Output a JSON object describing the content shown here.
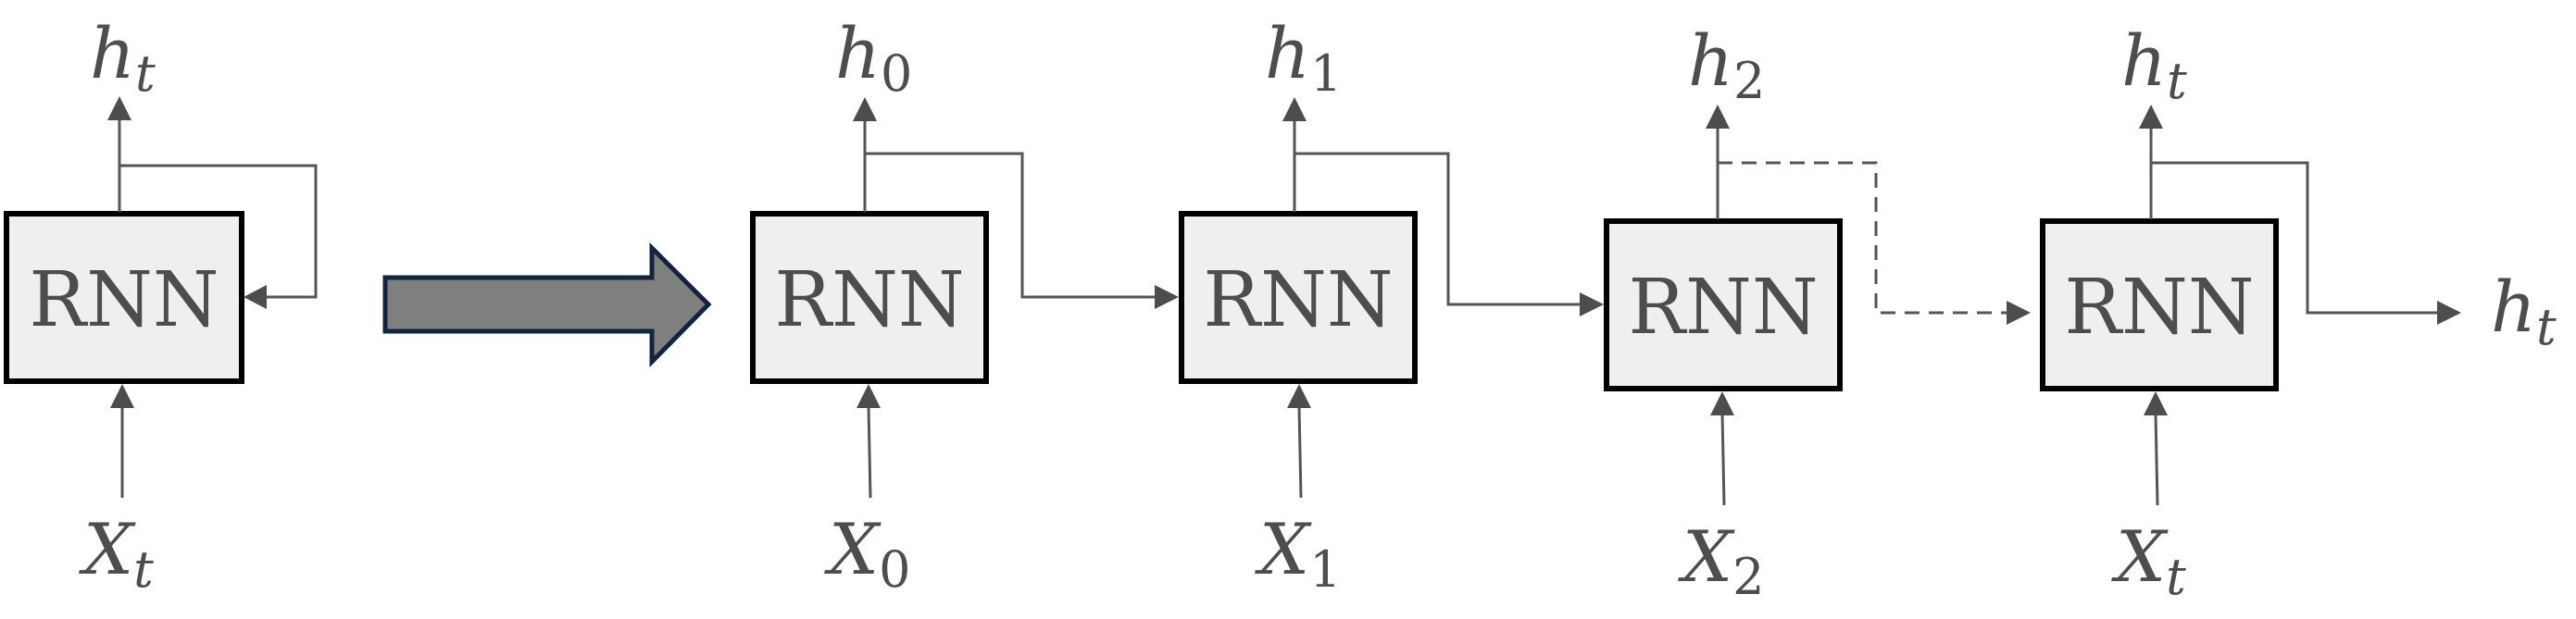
{
  "title": "RNN unrolled through time",
  "colors": {
    "box_fill": "#efefef",
    "box_border": "#000000",
    "text": "#4d4d4d",
    "wire": "#555555",
    "transform_arrow_fill": "#7f7f7f",
    "transform_arrow_border": "#13243d"
  },
  "folded": {
    "box_label": "RNN",
    "output": {
      "main": "h",
      "sub": "t",
      "sub_italic": true
    },
    "input": {
      "main": "X",
      "sub": "t",
      "sub_italic": true
    },
    "feedback": "self-loop"
  },
  "transform_arrow": {
    "meaning": "unroll"
  },
  "unrolled": [
    {
      "box_label": "RNN",
      "output": {
        "main": "h",
        "sub": "0",
        "sub_italic": false
      },
      "input": {
        "main": "X",
        "sub": "0",
        "sub_italic": false
      },
      "next_connection": "solid"
    },
    {
      "box_label": "RNN",
      "output": {
        "main": "h",
        "sub": "1",
        "sub_italic": false
      },
      "input": {
        "main": "X",
        "sub": "1",
        "sub_italic": false
      },
      "next_connection": "solid"
    },
    {
      "box_label": "RNN",
      "output": {
        "main": "h",
        "sub": "2",
        "sub_italic": false
      },
      "input": {
        "main": "X",
        "sub": "2",
        "sub_italic": false
      },
      "next_connection": "dashed"
    },
    {
      "box_label": "RNN",
      "output": {
        "main": "h",
        "sub": "t",
        "sub_italic": true
      },
      "input": {
        "main": "X",
        "sub": "t",
        "sub_italic": true
      },
      "next_connection": "solid"
    }
  ],
  "final_output": {
    "main": "h",
    "sub": "t",
    "sub_italic": true
  }
}
